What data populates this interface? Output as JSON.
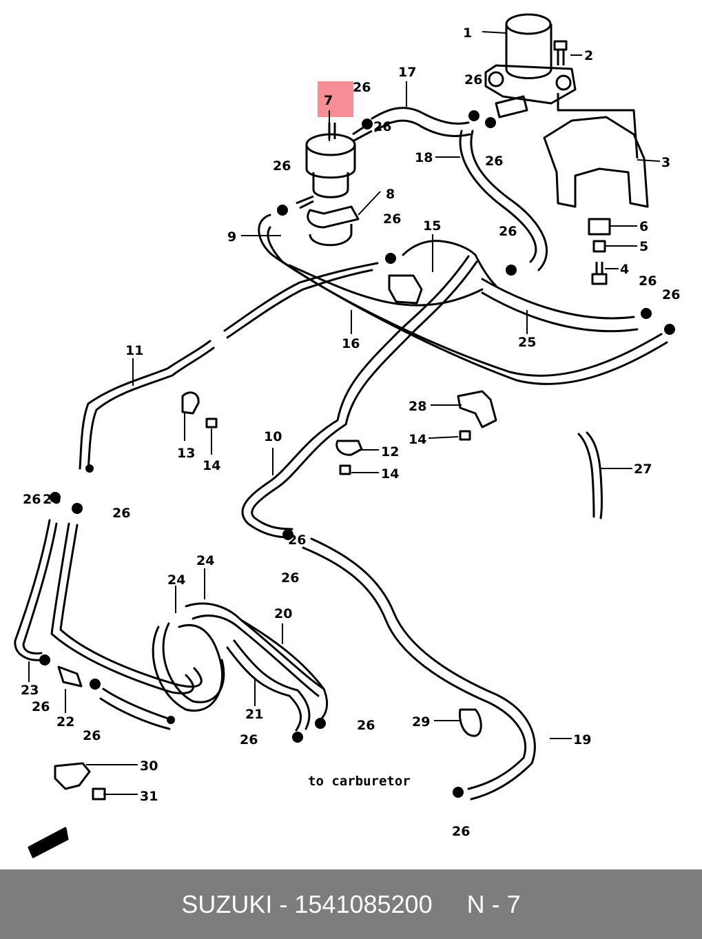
{
  "diagram": {
    "highlighted_callout": "7",
    "callouts": [
      {
        "id": "c1",
        "text": "1"
      },
      {
        "id": "c2",
        "text": "2"
      },
      {
        "id": "c3",
        "text": "3"
      },
      {
        "id": "c4",
        "text": "4"
      },
      {
        "id": "c5",
        "text": "5"
      },
      {
        "id": "c6",
        "text": "6"
      },
      {
        "id": "c7",
        "text": "7"
      },
      {
        "id": "c8",
        "text": "8"
      },
      {
        "id": "c9",
        "text": "9"
      },
      {
        "id": "c10",
        "text": "10"
      },
      {
        "id": "c11",
        "text": "11"
      },
      {
        "id": "c12",
        "text": "12"
      },
      {
        "id": "c13",
        "text": "13"
      },
      {
        "id": "c14a",
        "text": "14"
      },
      {
        "id": "c14b",
        "text": "14"
      },
      {
        "id": "c14c",
        "text": "14"
      },
      {
        "id": "c15",
        "text": "15"
      },
      {
        "id": "c16",
        "text": "16"
      },
      {
        "id": "c17",
        "text": "17"
      },
      {
        "id": "c18",
        "text": "18"
      },
      {
        "id": "c19",
        "text": "19"
      },
      {
        "id": "c20",
        "text": "20"
      },
      {
        "id": "c21",
        "text": "21"
      },
      {
        "id": "c22",
        "text": "22"
      },
      {
        "id": "c23",
        "text": "23"
      },
      {
        "id": "c24a",
        "text": "24"
      },
      {
        "id": "c24b",
        "text": "24"
      },
      {
        "id": "c25",
        "text": "25"
      },
      {
        "id": "c27",
        "text": "27"
      },
      {
        "id": "c28",
        "text": "28"
      },
      {
        "id": "c29",
        "text": "29"
      },
      {
        "id": "c30",
        "text": "30"
      },
      {
        "id": "c31",
        "text": "31"
      },
      {
        "id": "c26a",
        "text": "26"
      },
      {
        "id": "c26b",
        "text": "26"
      },
      {
        "id": "c26c",
        "text": "26"
      },
      {
        "id": "c26d",
        "text": "26"
      },
      {
        "id": "c26e",
        "text": "26"
      },
      {
        "id": "c26f",
        "text": "26"
      },
      {
        "id": "c26g",
        "text": "26"
      },
      {
        "id": "c26h",
        "text": "26"
      },
      {
        "id": "c26i",
        "text": "26"
      },
      {
        "id": "c26j",
        "text": "26"
      },
      {
        "id": "c26k",
        "text": "26"
      },
      {
        "id": "c26l",
        "text": "26"
      },
      {
        "id": "c26m",
        "text": "26"
      },
      {
        "id": "c26n",
        "text": "26"
      },
      {
        "id": "c26o",
        "text": "26"
      },
      {
        "id": "c26p",
        "text": "26"
      },
      {
        "id": "c26q",
        "text": "26"
      },
      {
        "id": "c26r",
        "text": "26"
      },
      {
        "id": "c26s",
        "text": "26"
      }
    ],
    "note": "to carburetor"
  },
  "footer": {
    "text": "SUZUKI - 1541085200     N - 7"
  },
  "colors": {
    "highlight": "#f58f95",
    "footer_background": "#7d7d7d",
    "footer_text": "#ffffff",
    "line_art": "#000000"
  }
}
